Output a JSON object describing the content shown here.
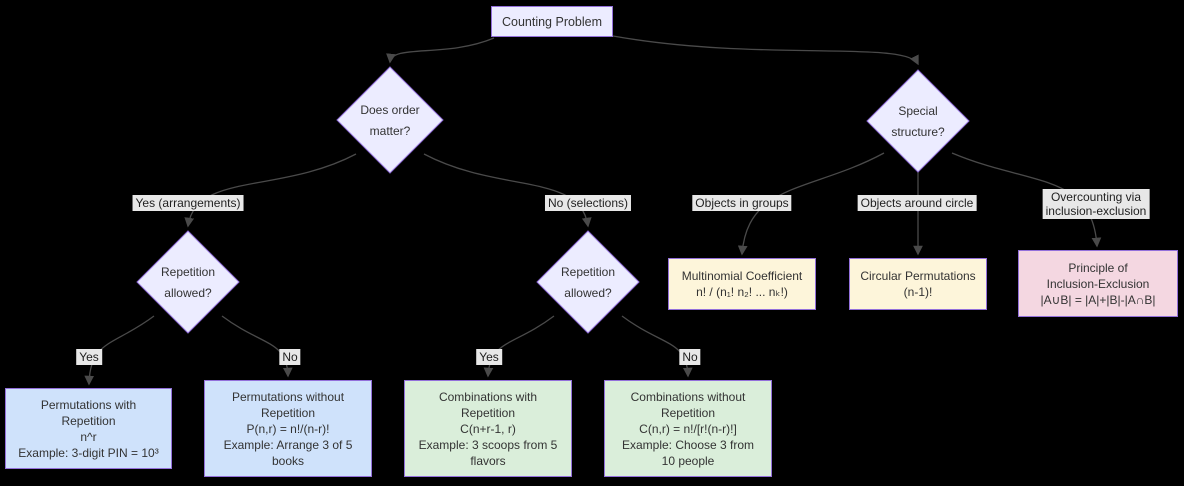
{
  "diagram": {
    "type": "flowchart-decision-tree",
    "topic": "Counting Problem decision tree (combinatorics)"
  },
  "colors": {
    "background": "#000000",
    "decision_fill": "#ececff",
    "node_border": "#9370db",
    "permutation_fill": "#cfe2fb",
    "combination_fill": "#daeeda",
    "special_fill": "#fdf5da",
    "inclusion_exclusion_fill": "#f4d7e1",
    "edge": "#4a4a4a",
    "edge_label_bg": "#e8e8e8",
    "text": "#333333"
  },
  "nodes": {
    "root": {
      "label": "Counting Problem"
    },
    "order_q": {
      "lines": [
        "Does order",
        "matter?"
      ]
    },
    "special_q": {
      "lines": [
        "Special",
        "structure?"
      ]
    },
    "rep_left_q": {
      "lines": [
        "Repetition",
        "allowed?"
      ]
    },
    "rep_right_q": {
      "lines": [
        "Repetition",
        "allowed?"
      ]
    },
    "perm_with_rep": {
      "lines": [
        "Permutations with",
        "Repetition",
        "n^r",
        "Example: 3-digit PIN = 10³"
      ]
    },
    "perm_without_rep": {
      "lines": [
        "Permutations without",
        "Repetition",
        "P(n,r) = n!/(n-r)!",
        "Example: Arrange 3 of 5",
        "books"
      ]
    },
    "comb_with_rep": {
      "lines": [
        "Combinations with",
        "Repetition",
        "C(n+r-1, r)",
        "Example: 3 scoops from 5",
        "flavors"
      ]
    },
    "comb_without_rep": {
      "lines": [
        "Combinations without",
        "Repetition",
        "C(n,r) = n!/[r!(n-r)!]",
        "Example: Choose 3 from",
        "10 people"
      ]
    },
    "multinomial": {
      "lines": [
        "Multinomial Coefficient",
        "n! / (n₁! n₂! ... nₖ!)"
      ]
    },
    "circular": {
      "lines": [
        "Circular Permutations",
        "(n-1)!"
      ]
    },
    "inclusion_exclusion": {
      "lines": [
        "Principle of",
        "Inclusion-Exclusion",
        "|A∪B| = |A|+|B|-|A∩B|"
      ]
    }
  },
  "edge_labels": {
    "order_yes": "Yes (arrangements)",
    "order_no": "No (selections)",
    "groups": "Objects in groups",
    "circle": "Objects around circle",
    "overcounting": [
      "Overcounting via",
      "inclusion-exclusion"
    ],
    "rep_left_yes": "Yes",
    "rep_left_no": "No",
    "rep_right_yes": "Yes",
    "rep_right_no": "No"
  }
}
